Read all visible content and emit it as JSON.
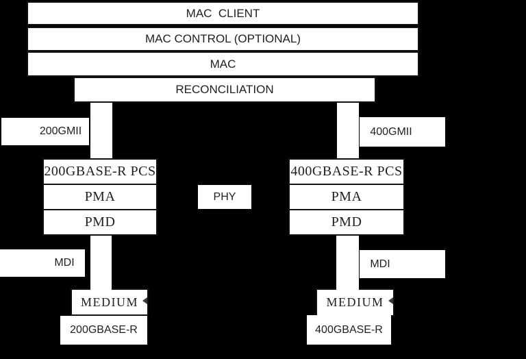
{
  "colors": {
    "background": "#000000",
    "box_fill": "#ffffff",
    "box_border": "#111111",
    "text": "#1f1f1f",
    "arrowhead": "#3a3a3a"
  },
  "top_stack": {
    "mac_client": "MAC  CLIENT",
    "mac_control": "MAC CONTROL (OPTIONAL)",
    "mac": "MAC",
    "reconciliation": "RECONCILIATION"
  },
  "phy_label": "PHY",
  "left_stack": {
    "gmii": "200GMII",
    "pcs": "200GBASE-R PCS",
    "pma": "PMA",
    "pmd": "PMD",
    "mdi": "MDI",
    "medium": "MEDIUM",
    "phy_type": "200GBASE-R"
  },
  "right_stack": {
    "gmii": "400GMII",
    "pcs": "400GBASE-R PCS",
    "pma": "PMA",
    "pmd": "PMD",
    "mdi": "MDI",
    "medium": "MEDIUM",
    "phy_type": "400GBASE-R"
  }
}
